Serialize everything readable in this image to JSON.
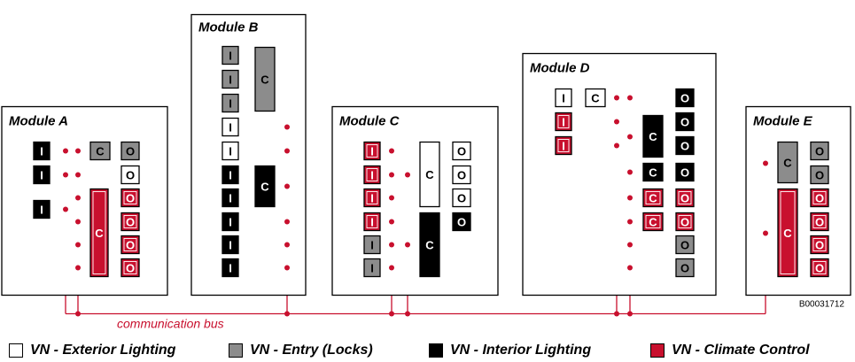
{
  "colors": {
    "exterior": "#ffffff",
    "entry": "#8c8c8c",
    "interior": "#000000",
    "climate": "#c8102e",
    "bus": "#c8102e"
  },
  "modules": [
    {
      "id": "A",
      "title": "Module A"
    },
    {
      "id": "B",
      "title": "Module B"
    },
    {
      "id": "C",
      "title": "Module C"
    },
    {
      "id": "D",
      "title": "Module D"
    },
    {
      "id": "E",
      "title": "Module E"
    }
  ],
  "block_labels": {
    "input": "I",
    "controller": "C",
    "output": "O"
  },
  "bus_label": "communication bus",
  "doc_id": "B00031712",
  "legend": [
    {
      "key": "exterior",
      "label": "VN - Exterior Lighting"
    },
    {
      "key": "entry",
      "label": "VN - Entry (Locks)"
    },
    {
      "key": "interior",
      "label": "VN - Interior Lighting"
    },
    {
      "key": "climate",
      "label": "VN - Climate Control"
    }
  ]
}
